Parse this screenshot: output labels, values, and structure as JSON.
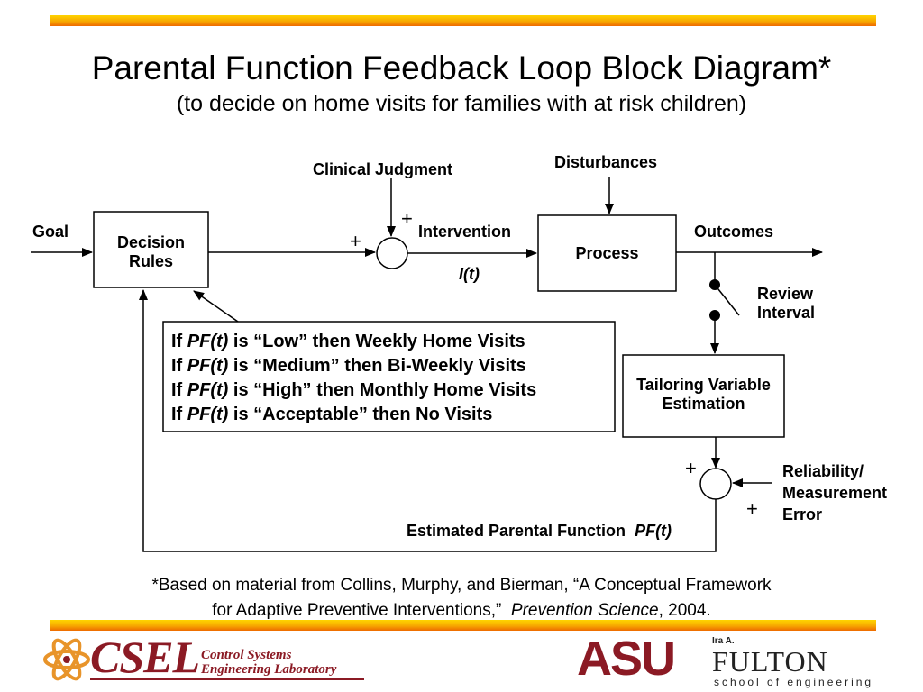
{
  "title": "Parental Function Feedback Loop Block Diagram*",
  "subtitle": "(to decide on home visits for families with at risk children)",
  "diagram": {
    "goal": "Goal",
    "decision_rules": [
      "Decision",
      "Rules"
    ],
    "clinical_judgment": "Clinical Judgment",
    "plus": "+",
    "intervention": "Intervention",
    "intervention_signal": "I(t)",
    "disturbances": "Disturbances",
    "process": "Process",
    "outcomes": "Outcomes",
    "review_interval": [
      "Review",
      "Interval"
    ],
    "tailoring_variable": [
      "Tailoring Variable",
      "Estimation"
    ],
    "reliability": [
      "Reliability/",
      "Measurement",
      "Error"
    ],
    "estimated_pf": "Estimated Parental Function",
    "pf_signal": "PF(t)"
  },
  "rules": [
    {
      "prefix": "If ",
      "var": "PF(t)",
      "text": " is “Low” then Weekly Home Visits"
    },
    {
      "prefix": "If ",
      "var": "PF(t)",
      "text": " is “Medium” then Bi-Weekly Visits"
    },
    {
      "prefix": "If ",
      "var": "PF(t)",
      "text": " is “High” then Monthly Home Visits"
    },
    {
      "prefix": "If ",
      "var": "PF(t)",
      "text": " is “Acceptable” then No Visits"
    }
  ],
  "footnote": {
    "line1": "*Based on material from Collins, Murphy, and Bierman, “A Conceptual Framework",
    "line2_a": "for Adaptive Preventive Interventions,”",
    "line2_journal": "Prevention Science",
    "line2_b": ", 2004."
  },
  "logos": {
    "csel": "CSEL",
    "csel_line1": "Control Systems",
    "csel_line2": "Engineering Laboratory",
    "asu": "ASU",
    "ira": "Ira A.",
    "fulton": "FULTON",
    "school": "school of engineering"
  },
  "colors": {
    "accent_bar": "#f7a800",
    "logo_maroon": "#8b1a24"
  }
}
